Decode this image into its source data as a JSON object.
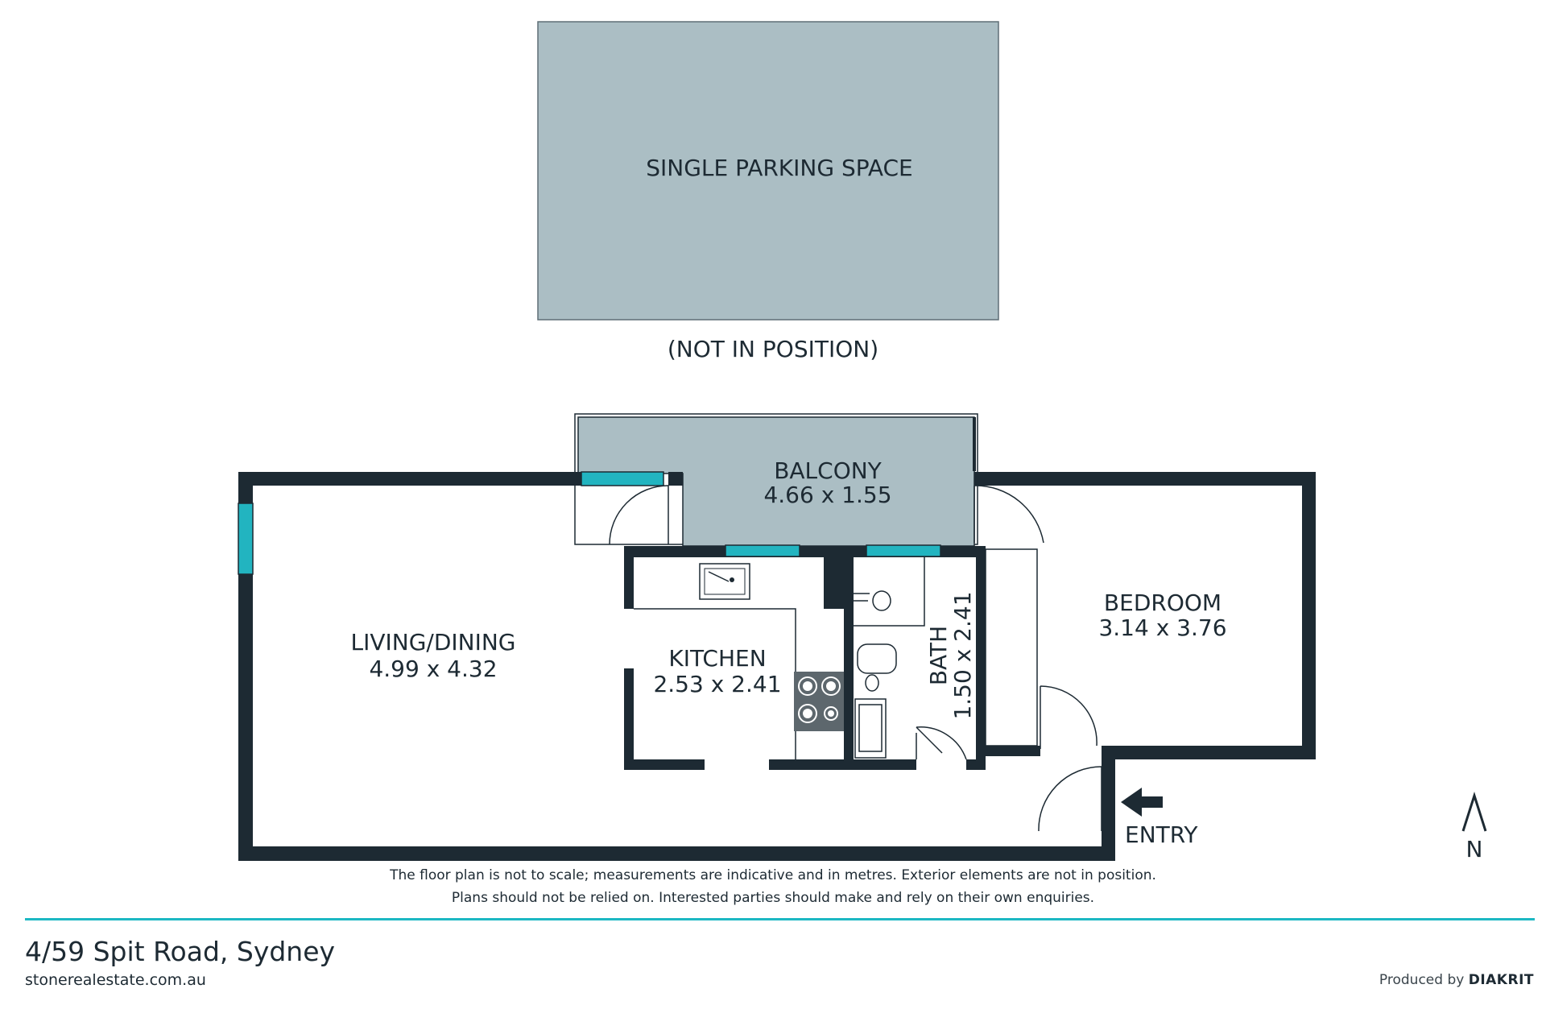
{
  "colors": {
    "wall": "#1d2a33",
    "exterior_fill": "#abbec4",
    "window": "#22b4c0",
    "accent_rule": "#1db8c3",
    "floor": "#ffffff"
  },
  "parking": {
    "label": "SINGLE PARKING SPACE",
    "note": "(NOT IN POSITION)"
  },
  "rooms": {
    "balcony": {
      "name": "BALCONY",
      "size": "4.66 x 1.55"
    },
    "living": {
      "name": "LIVING/DINING",
      "size": "4.99 x 4.32"
    },
    "kitchen": {
      "name": "KITCHEN",
      "size": "2.53 x 2.41"
    },
    "bath": {
      "name": "BATH",
      "size": "1.50 x 2.41"
    },
    "bedroom": {
      "name": "BEDROOM",
      "size": "3.14 x 3.76"
    }
  },
  "entry": {
    "label": "ENTRY",
    "icon": "arrow-left-icon"
  },
  "compass": {
    "label": "N",
    "icon": "north-arrow-icon"
  },
  "disclaimer": {
    "line1": "The floor plan is not to scale; measurements are indicative and in metres. Exterior elements are not in position.",
    "line2": "Plans should not be relied on. Interested parties should make and rely on their own enquiries."
  },
  "footer": {
    "address": "4/59 Spit Road, Sydney",
    "website": "stonerealestate.com.au",
    "produced_by": "Produced by",
    "brand": "DIAKRIT"
  }
}
